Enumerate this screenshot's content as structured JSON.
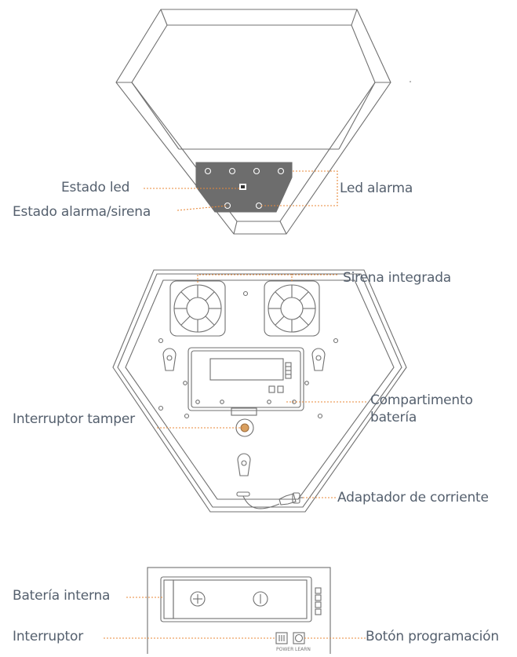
{
  "labels": {
    "estado_led": "Estado led",
    "led_alarma": "Led alarma",
    "estado_alarma_sirena": "Estado alarma/sirena",
    "sirena_integrada": "Sirena integrada",
    "compartimento_line1": "Compartimento",
    "compartimento_line2": "batería",
    "interruptor_tamper": "Interruptor tamper",
    "adaptador_corriente": "Adaptador de corriente",
    "bateria_interna": "Batería interna",
    "interruptor": "Interruptor",
    "boton_programacion": "Botón programación"
  },
  "small_text": {
    "power": "POWER",
    "learn": "LEARN"
  },
  "colors": {
    "outline": "#707070",
    "leader": "#e8893a",
    "panel": "#6d6d6d",
    "text": "#55606e"
  }
}
